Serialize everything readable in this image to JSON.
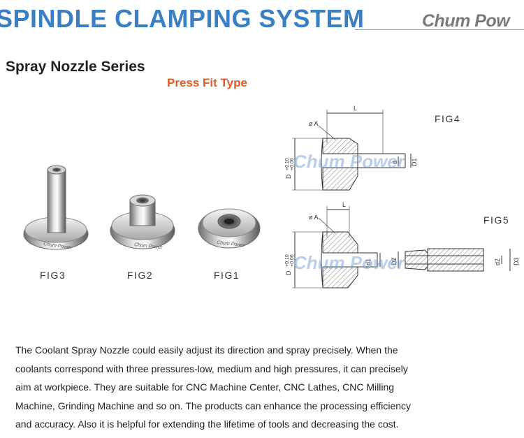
{
  "header": {
    "title": "SPINDLE CLAMPING SYSTEM",
    "brand": "Chum Pow"
  },
  "series": {
    "title": "Spray Nozzle Series",
    "subtitle": "Press Fit Type"
  },
  "photos": [
    {
      "label": "FIG3",
      "engraving": "Chum Power"
    },
    {
      "label": "FIG2",
      "engraving": "Chum Power"
    },
    {
      "label": "FIG1",
      "engraving": "Chum Power"
    }
  ],
  "drawings": {
    "fig4": {
      "label": "FIG4",
      "dim_L": "L",
      "dim_A": "ø A",
      "dim_D": "D",
      "dim_tol_plus": "+0.10",
      "dim_tol_minus": "+0.06",
      "dim_d": "d",
      "dim_D1": "D1"
    },
    "fig5": {
      "label": "FIG5",
      "dim_L": "L",
      "dim_A": "ø A",
      "dim_D": "D",
      "dim_tol_plus": "+0.10",
      "dim_tol_minus": "+0.06",
      "dim_d1": "d1",
      "dim_D2": "D2",
      "dim_d2": "d2",
      "dim_D3": "D3"
    },
    "watermark": "Chum Power"
  },
  "description": {
    "lines": [
      "The Coolant Spray Nozzle could easily  adjust  its direction  and spray precisely. When the",
      "coolants correspond  with three pressures-low, medium and high pressures, it can precisely",
      "aim  at workpiece.  They are suitable for CNC Machine Center, CNC Lathes, CNC Milling",
      "Machine, Grinding Machine and so on. The products  can enhance the processing efficiency",
      "and accuracy. Also it is helpful for extending the lifetime of tools and decreasing the  cost."
    ]
  },
  "colors": {
    "title_blue": "#3a7fc4",
    "subtitle_orange": "#e55a1f",
    "watermark_blue": "#7fa6d8"
  }
}
